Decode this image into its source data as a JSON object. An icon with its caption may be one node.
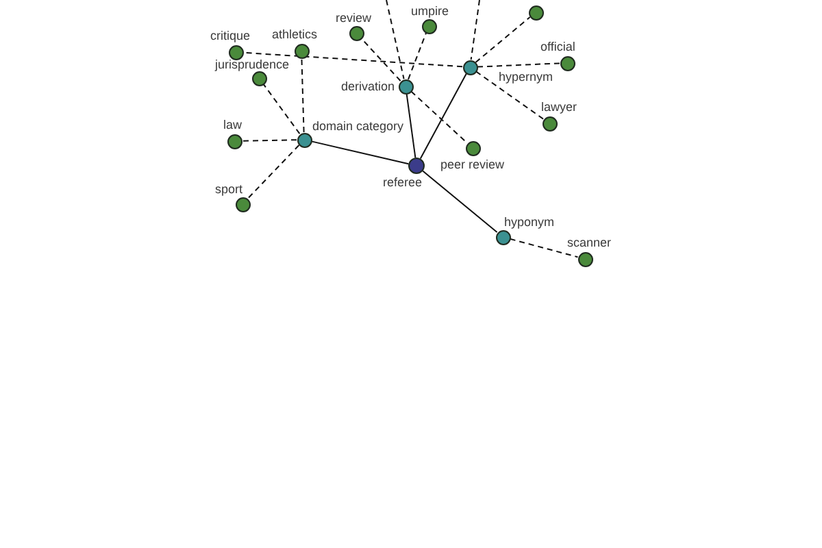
{
  "diagram": {
    "nodes": [
      {
        "text": [
          "review"
        ]
      },
      {
        "text": [
          "umpire"
        ]
      },
      {
        "text": [],
        "shape": "circle"
      },
      {
        "text": [
          "critique"
        ]
      },
      {
        "text": [
          "athletics"
        ]
      },
      {
        "text": [
          "official"
        ]
      },
      {
        "text": [
          "hypernym"
        ]
      },
      {
        "text": [
          "jurisprudence"
        ]
      },
      {
        "text": [
          "derivation"
        ]
      },
      {
        "text": [
          "lawyer"
        ]
      },
      {
        "text": [
          "domain category"
        ]
      },
      {
        "text": [
          "law"
        ]
      },
      {
        "text": [
          "peer review"
        ]
      },
      {
        "text": [
          "referee"
        ]
      },
      {
        "text": [
          "sport"
        ]
      },
      {
        "text": [
          "hyponym"
        ]
      },
      {
        "text": [
          "scanner"
        ]
      }
    ],
    "edges": [
      {
        "from": 13,
        "to": 10,
        "arrow": "none"
      },
      {
        "from": 13,
        "to": 8,
        "arrow": "none"
      },
      {
        "from": 13,
        "to": 6,
        "arrow": "none"
      },
      {
        "from": 13,
        "to": 15,
        "arrow": "none"
      },
      {
        "from": 10,
        "to": 11,
        "arrow": "none",
        "style": "dashed"
      },
      {
        "from": 10,
        "to": 14,
        "arrow": "none",
        "style": "dashed"
      },
      {
        "from": 10,
        "to": 4,
        "arrow": "none",
        "style": "dashed"
      },
      {
        "from": 10,
        "to": 7,
        "arrow": "none",
        "style": "dashed"
      },
      {
        "from": 8,
        "to": 0,
        "arrow": "none",
        "style": "dashed"
      },
      {
        "from": 8,
        "to": 1,
        "arrow": "none",
        "style": "dashed"
      },
      {
        "from": 8,
        "to": 12,
        "arrow": "none",
        "style": "dashed"
      },
      {
        "from": 6,
        "to": 3,
        "arrow": "none",
        "style": "dashed"
      },
      {
        "from": 6,
        "to": 5,
        "arrow": "none",
        "style": "dashed"
      },
      {
        "from": 6,
        "to": 9,
        "arrow": "none",
        "style": "dashed"
      },
      {
        "from": 6,
        "to": 2,
        "arrow": "none",
        "style": "dashed"
      },
      {
        "from": 15,
        "to": 16,
        "arrow": "none",
        "style": "dashed"
      },
      {
        "from": null,
        "to": 8,
        "arrow": "none",
        "style": "dashed"
      },
      {
        "from": null,
        "to": 6,
        "arrow": "none",
        "style": "dashed"
      }
    ]
  }
}
